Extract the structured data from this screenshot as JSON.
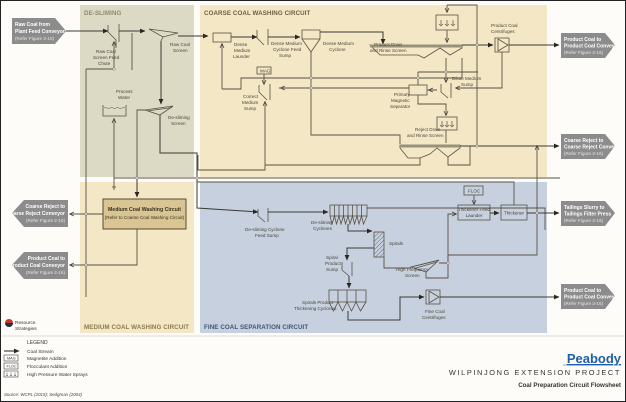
{
  "title": {
    "company": "Peabody",
    "project": "WILPINJONG EXTENSION PROJECT",
    "figure": "Coal Preparation Circuit Flowsheet"
  },
  "logo": {
    "line1": "Resource",
    "line2": "Strategies"
  },
  "regions": {
    "desliming": "DE-SLIMING",
    "coarse": "COARSE COAL WASHING CIRCUIT",
    "medium": "MEDIUM COAL WASHING CIRCUIT",
    "fine": "FINE COAL SEPARATION CIRCUIT"
  },
  "colors": {
    "desliming": "#dcd9c5",
    "coarse": "#f3e7c6",
    "medium": "#f3e7c6",
    "fine": "#c6d0df",
    "conveyor": "#8c8c8c",
    "mcw_box": "#d8c593",
    "peabody_blue": "#1f5ea8"
  },
  "inputs": [
    {
      "line1": "Raw Coal from",
      "line2": "Plant Feed Conveyor",
      "ref": "(Refer Figure 2-16)"
    }
  ],
  "outputs": {
    "right": [
      {
        "line1": "Product Coal to",
        "line2": "Product Coal Conveyor",
        "ref": "(Refer Figure 2-16)"
      },
      {
        "line1": "Coarse Reject to",
        "line2": "Coarse Reject Conveyor",
        "ref": "(Refer Figure 2-16)"
      },
      {
        "line1": "Tailings Slurry to",
        "line2": "Tailings Filter Press",
        "ref": "(Refer Figure 2-16)"
      },
      {
        "line1": "Product Coal to",
        "line2": "Product Coal Conveyor",
        "ref": "(Refer Figure 2-16)"
      }
    ],
    "left": [
      {
        "line1": "Coarse Reject to",
        "line2": "Coarse Reject Conveyor",
        "ref": "(Refer Figure 2-16)"
      },
      {
        "line1": "Product Coal to",
        "line2": "Product Coal Conveyor",
        "ref": "(Refer Figure 2-16)"
      }
    ]
  },
  "equipment": {
    "raw_coal_chute": [
      "Raw Coal",
      "Screen Feed",
      "Chute"
    ],
    "raw_coal_screen": [
      "Raw Coal",
      "Screen"
    ],
    "process_water": [
      "Process",
      "Water"
    ],
    "desliming_screen": [
      "De-sliming",
      "Screen"
    ],
    "dm_launder": [
      "Dense",
      "Medium",
      "Launder"
    ],
    "dm_cyclone_feed_sump": [
      "Dense Medium",
      "Cyclone Feed",
      "Sump"
    ],
    "dm_cyclone": [
      "Dense Medium",
      "Cyclone"
    ],
    "product_drain_rinse": [
      "Product Drain",
      "and Rinse Screen"
    ],
    "product_coal_centrifuges": [
      "Product Coal",
      "Centrifuges"
    ],
    "mag": "MAG",
    "correct_medium_sump": [
      "Correct",
      "Medium",
      "Sump"
    ],
    "dilute_medium_sump": [
      "Dilute Medium",
      "Sump"
    ],
    "primary_mag_sep": [
      "Primary",
      "Magnetic",
      "Separator"
    ],
    "reject_drain_rinse": [
      "Reject Drain",
      "and Rinse Screen"
    ],
    "mcw_box": {
      "title": "Medium Coal Washing Circuit",
      "sub": "(Refer to Coarse Coal Washing Circuit)"
    },
    "desliming_cyclone_feed_sump": [
      "De-sliming Cyclone",
      "Feed Sump"
    ],
    "desliming_cyclones": [
      "De-sliming",
      "Cyclones"
    ],
    "spirals": "Spirals",
    "spiral_product_sump": [
      "Spiral",
      "Product",
      "Sump"
    ],
    "high_freq_screen": [
      "High Frequency",
      "Screen"
    ],
    "floc": "FLOC",
    "thickener_feed_launder": [
      "Thickener Feed",
      "Launder"
    ],
    "thickener": "Thickener",
    "spirals_thickening_cyclones": [
      "Spirals Product",
      "Thickening Cyclones"
    ],
    "fine_coal_centrifuges": [
      "Fine Coal",
      "Centrifuges"
    ]
  },
  "legend": {
    "title": "LEGEND",
    "items": [
      {
        "symbol": "arrow",
        "label": "Coal Stream"
      },
      {
        "symbol": "MAG",
        "label": "Magnetite Addition"
      },
      {
        "symbol": "FLOC",
        "label": "Flocculant Addition"
      },
      {
        "symbol": "sprays",
        "label": "High Pressure Water Sprays"
      }
    ]
  },
  "source": "Source: WCPL (2015); Sedgman (2004)"
}
